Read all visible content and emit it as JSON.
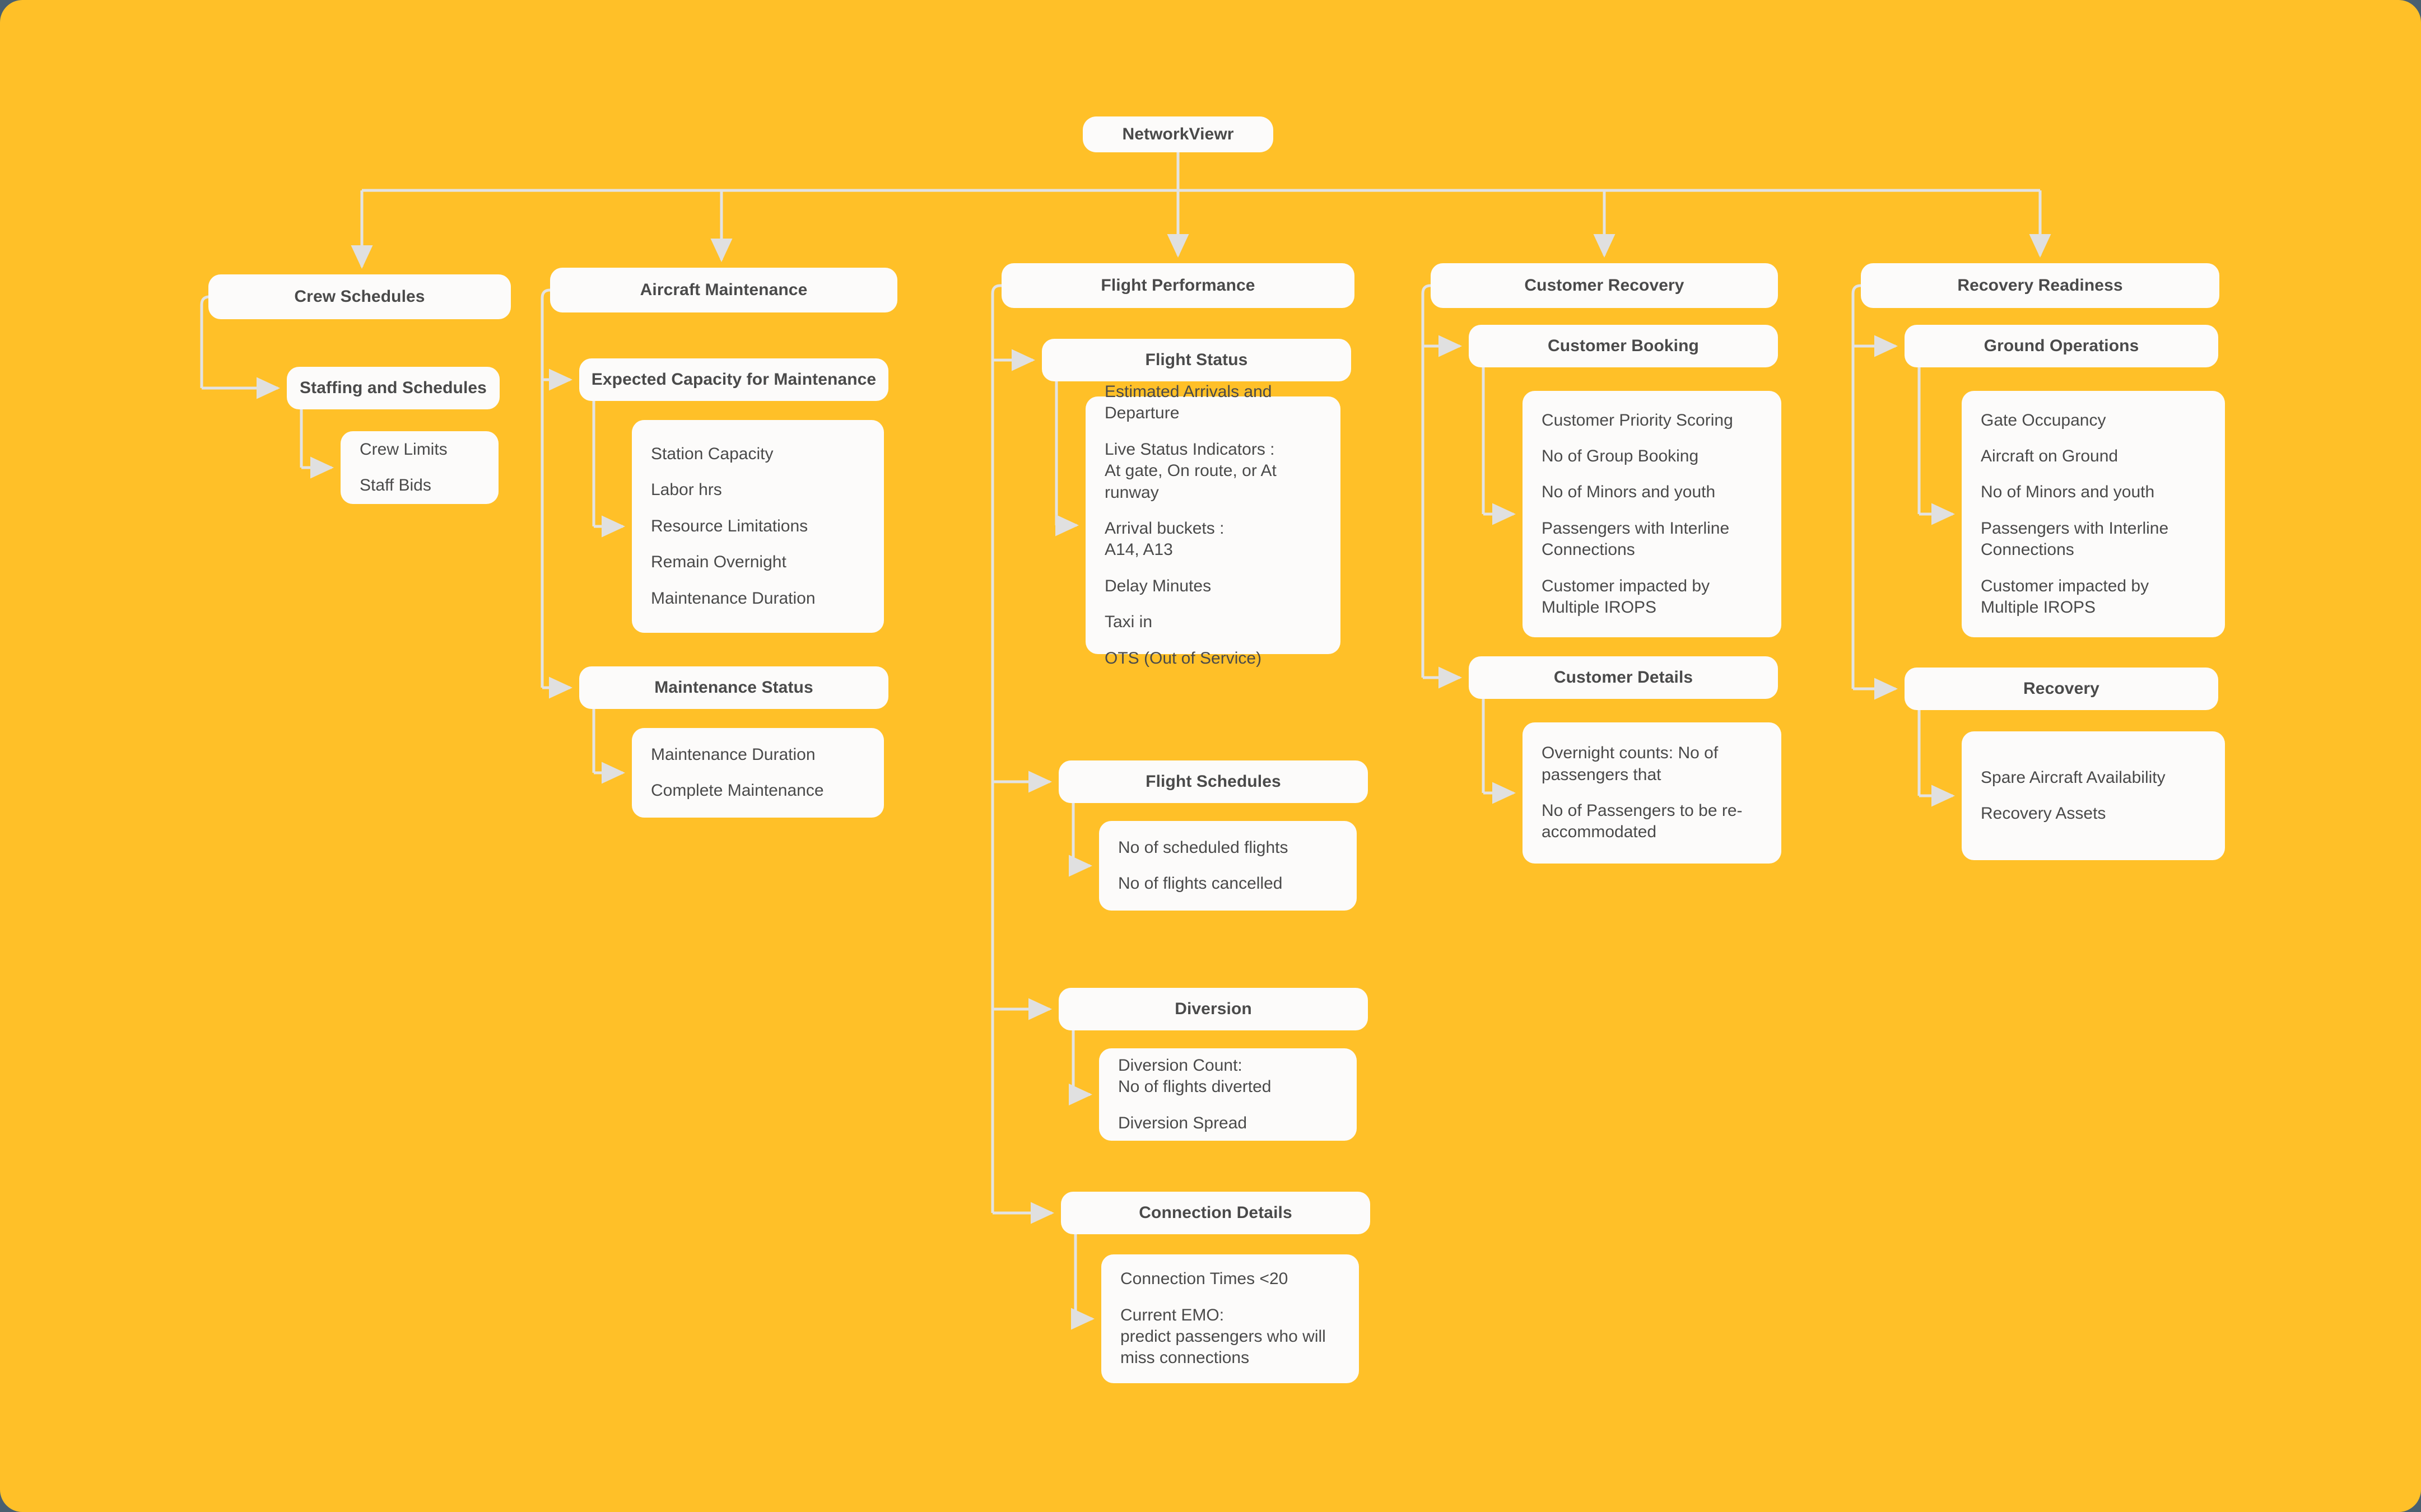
{
  "diagram": {
    "title_node": "NetworkViewr",
    "background_color": "#ffc028",
    "node_color": "#fcfbfa",
    "text_color": "#4a4a4a",
    "connector_color": "#e3e3e3",
    "branches": [
      {
        "id": "crew-schedules",
        "label": "Crew Schedules",
        "children": [
          {
            "id": "staffing-and-schedules",
            "label": "Staffing and Schedules",
            "items": [
              "Crew Limits",
              "Staff Bids"
            ]
          }
        ]
      },
      {
        "id": "aircraft-maintenance",
        "label": "Aircraft Maintenance",
        "children": [
          {
            "id": "expected-capacity-for-maintenance",
            "label": "Expected Capacity for Maintenance",
            "items": [
              "Station Capacity",
              "Labor hrs",
              "Resource Limitations",
              "Remain Overnight",
              "Maintenance Duration"
            ]
          },
          {
            "id": "maintenance-status",
            "label": "Maintenance Status",
            "items": [
              "Maintenance Duration",
              "Complete Maintenance"
            ]
          }
        ]
      },
      {
        "id": "flight-performance",
        "label": "Flight Performance",
        "children": [
          {
            "id": "flight-status",
            "label": "Flight Status",
            "items": [
              "Estimated Arrivals and\nDeparture",
              "Live Status Indicators :\nAt gate, On route, or At runway",
              "Arrival buckets :\nA14, A13",
              "Delay Minutes",
              "Taxi in",
              "OTS (Out of Service)"
            ]
          },
          {
            "id": "flight-schedules",
            "label": "Flight Schedules",
            "items": [
              "No of scheduled flights",
              "No of flights cancelled"
            ]
          },
          {
            "id": "diversion",
            "label": "Diversion",
            "items": [
              "Diversion Count:\nNo of flights diverted",
              "Diversion Spread"
            ]
          },
          {
            "id": "connection-details",
            "label": "Connection Details",
            "items": [
              "Connection Times <20",
              "Current EMO:\npredict passengers who will\nmiss connections"
            ]
          }
        ]
      },
      {
        "id": "customer-recovery",
        "label": "Customer Recovery",
        "children": [
          {
            "id": "customer-booking",
            "label": "Customer Booking",
            "items": [
              "Customer Priority Scoring",
              "No of Group Booking",
              "No of Minors and youth",
              "Passengers with Interline\nConnections",
              "Customer impacted by\nMultiple IROPS"
            ]
          },
          {
            "id": "customer-details",
            "label": "Customer Details",
            "items": [
              "Overnight counts: No of\npassengers that",
              "No of Passengers to be re-\naccommodated"
            ]
          }
        ]
      },
      {
        "id": "recovery-readiness",
        "label": "Recovery Readiness",
        "children": [
          {
            "id": "ground-operations",
            "label": "Ground Operations",
            "items": [
              "Gate Occupancy",
              "Aircraft on Ground",
              "No of Minors and youth",
              "Passengers with Interline\nConnections",
              "Customer impacted by\nMultiple IROPS"
            ]
          },
          {
            "id": "recovery",
            "label": "Recovery",
            "items": [
              "Spare Aircraft Availability",
              "Recovery Assets"
            ]
          }
        ]
      }
    ]
  }
}
